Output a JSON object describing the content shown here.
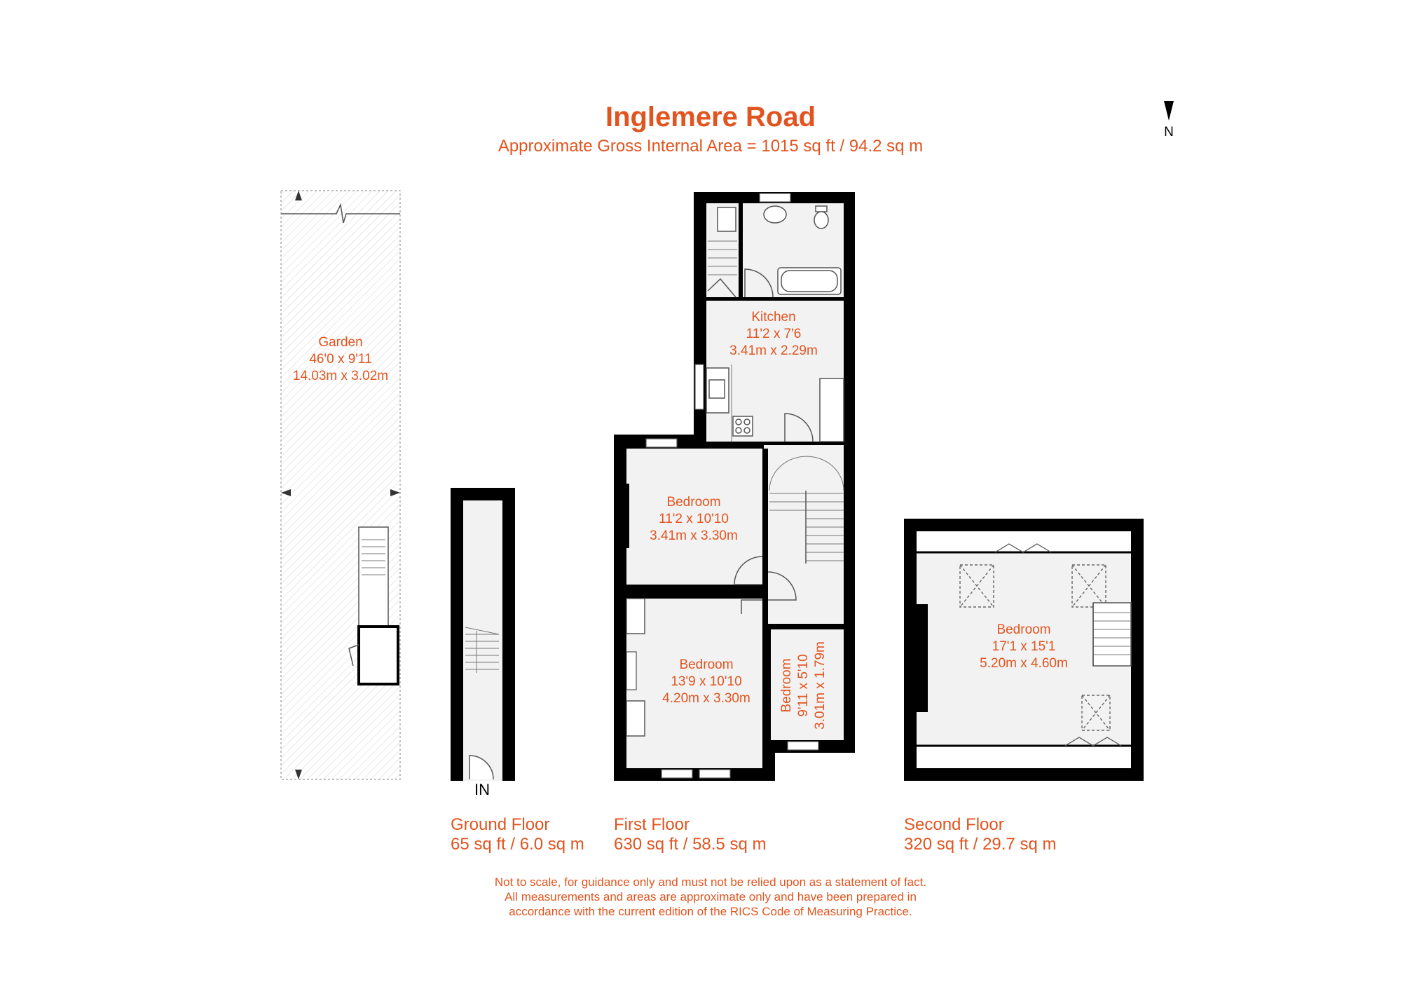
{
  "header": {
    "title": "Inglemere Road",
    "subtitle": "Approximate Gross Internal Area = 1015 sq ft / 94.2 sq m",
    "north_label": "N"
  },
  "rooms": {
    "garden": {
      "name": "Garden",
      "imperial": "46'0 x 9'11",
      "metric": "14.03m x 3.02m"
    },
    "kitchen": {
      "name": "Kitchen",
      "imperial": "11'2 x 7'6",
      "metric": "3.41m x 2.29m"
    },
    "bedroom_rear": {
      "name": "Bedroom",
      "imperial": "11'2 x 10'10",
      "metric": "3.41m x 3.30m"
    },
    "bedroom_front": {
      "name": "Bedroom",
      "imperial": "13'9 x 10'10",
      "metric": "4.20m x 3.30m"
    },
    "bedroom_small": {
      "name": "Bedroom",
      "imperial": "9'11 x 5'10",
      "metric": "3.01m x 1.79m"
    },
    "bedroom_loft": {
      "name": "Bedroom",
      "imperial": "17'1 x 15'1",
      "metric": "5.20m x 4.60m"
    }
  },
  "entrance_label": "IN",
  "floors": {
    "ground": {
      "name": "Ground Floor",
      "area": "65 sq ft / 6.0 sq m"
    },
    "first": {
      "name": "First Floor",
      "area": "630 sq ft / 58.5 sq m"
    },
    "second": {
      "name": "Second Floor",
      "area": "320 sq ft / 29.7 sq m"
    }
  },
  "disclaimer": [
    "Not to scale, for guidance only and must not be relied upon as a statement of fact.",
    "All measurements and areas are approximate only and have been prepared in",
    "accordance with the current edition of the RICS Code of Measuring Practice."
  ],
  "colors": {
    "accent": "#e2541f",
    "wall": "#000000",
    "floor": "#f2f2f2"
  }
}
